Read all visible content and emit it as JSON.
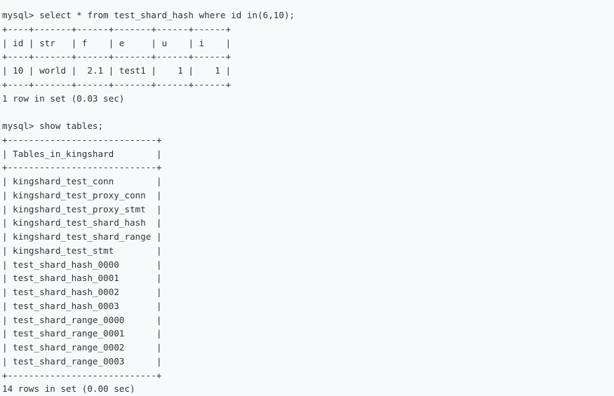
{
  "terminal": {
    "prompt": "mysql> ",
    "background_color": "#f8f9fb",
    "text_color": "#32323a",
    "lines": [
      "mysql> select * from test_shard_hash where id in(6,10);",
      "+----+-------+------+-------+------+------+",
      "| id | str   | f    | e     | u    | i    |",
      "+----+-------+------+-------+------+------+",
      "| 10 | world |  2.1 | test1 |    1 |    1 |",
      "+----+-------+------+-------+------+------+",
      "1 row in set (0.03 sec)",
      "",
      "mysql> show tables;",
      "+----------------------------+",
      "| Tables_in_kingshard        |",
      "+----------------------------+",
      "| kingshard_test_conn        |",
      "| kingshard_test_proxy_conn  |",
      "| kingshard_test_proxy_stmt  |",
      "| kingshard_test_shard_hash  |",
      "| kingshard_test_shard_range |",
      "| kingshard_test_stmt        |",
      "| test_shard_hash_0000       |",
      "| test_shard_hash_0001       |",
      "| test_shard_hash_0002       |",
      "| test_shard_hash_0003       |",
      "| test_shard_range_0000      |",
      "| test_shard_range_0001      |",
      "| test_shard_range_0002      |",
      "| test_shard_range_0003      |",
      "+----------------------------+",
      "14 rows in set (0.00 sec)"
    ],
    "commands": [
      "select * from test_shard_hash where id in(6,10);",
      "show tables;"
    ],
    "query_one": {
      "statement": "select * from test_shard_hash where id in(6,10);",
      "columns": [
        "id",
        "str",
        "f",
        "e",
        "u",
        "i"
      ],
      "rows": [
        [
          "10",
          "world",
          "2.1",
          "test1",
          "1",
          "1"
        ]
      ],
      "status": "1 row in set (0.03 sec)",
      "row_count": "1",
      "duration": "0.03 sec"
    },
    "query_two": {
      "statement": "show tables;",
      "columns": [
        "Tables_in_kingshard"
      ],
      "rows": [
        [
          "kingshard_test_conn"
        ],
        [
          "kingshard_test_proxy_conn"
        ],
        [
          "kingshard_test_proxy_stmt"
        ],
        [
          "kingshard_test_shard_hash"
        ],
        [
          "kingshard_test_shard_range"
        ],
        [
          "kingshard_test_stmt"
        ],
        [
          "test_shard_hash_0000"
        ],
        [
          "test_shard_hash_0001"
        ],
        [
          "test_shard_hash_0002"
        ],
        [
          "test_shard_hash_0003"
        ],
        [
          "test_shard_range_0000"
        ],
        [
          "test_shard_range_0001"
        ],
        [
          "test_shard_range_0002"
        ],
        [
          "test_shard_range_0003"
        ]
      ],
      "status": "14 rows in set (0.00 sec)",
      "row_count": "14",
      "duration": "0.00 sec"
    }
  }
}
